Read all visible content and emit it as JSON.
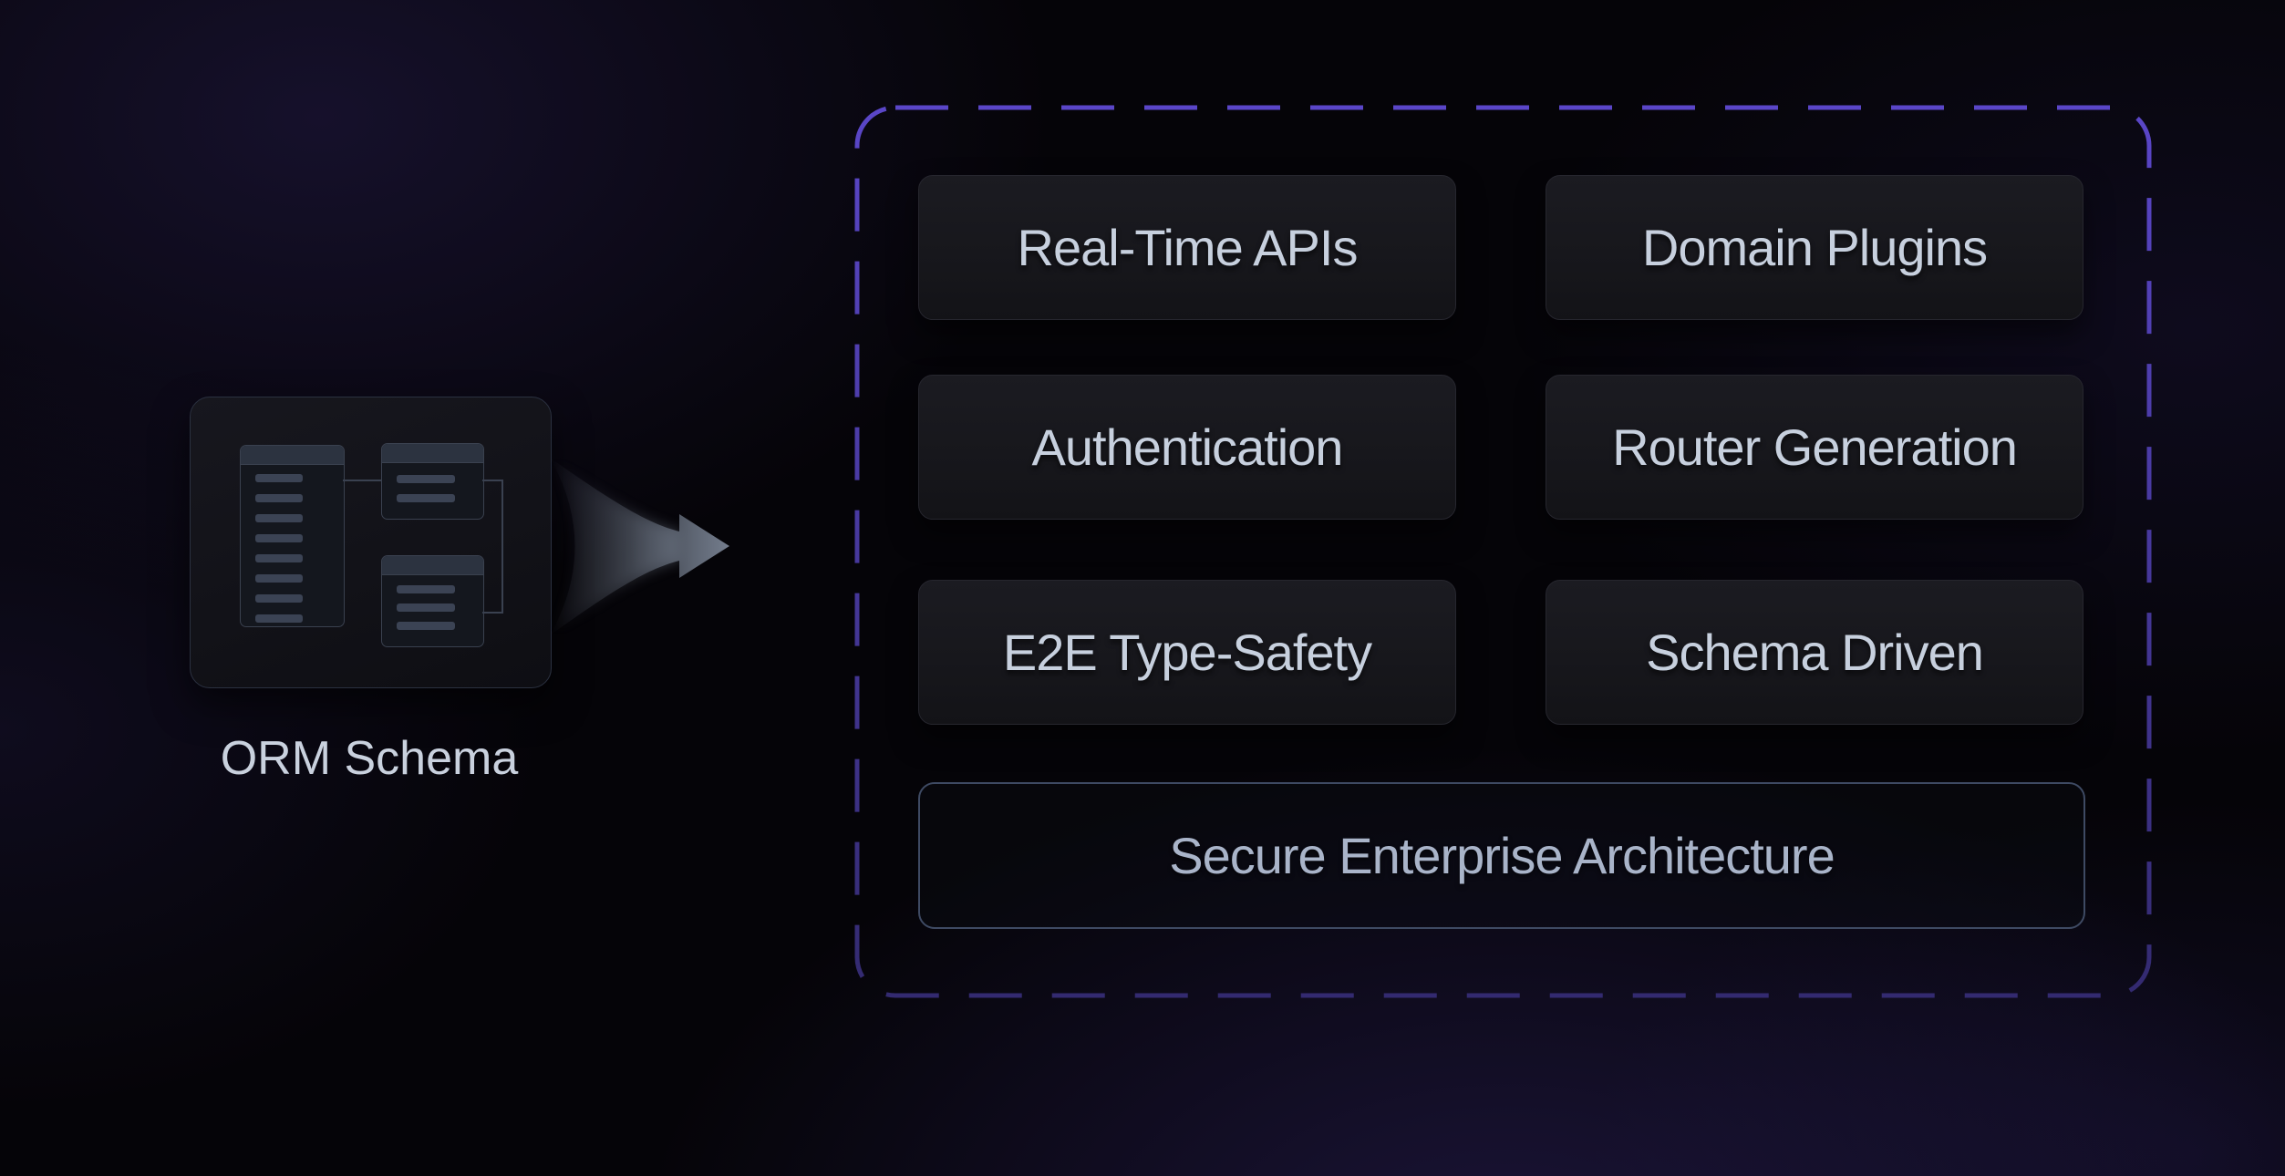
{
  "diagram": {
    "source": {
      "label": "ORM Schema",
      "icon": "schema-diagram-icon"
    },
    "arrow": {
      "icon": "arrow-right-icon",
      "color": "#717a8a"
    },
    "container": {
      "features": [
        {
          "label": "Real-Time APIs"
        },
        {
          "label": "Domain Plugins"
        },
        {
          "label": "Authentication"
        },
        {
          "label": "Router Generation"
        },
        {
          "label": "E2E Type-Safety"
        },
        {
          "label": "Schema Driven"
        }
      ],
      "footer": {
        "label": "Secure Enterprise Architecture"
      }
    },
    "colors": {
      "dashed_border_top": "#5a46c8",
      "dashed_border_bottom": "#332a70",
      "chip_background": "#17171c",
      "chip_border": "#26262e",
      "chip_text": "#c7d0de",
      "footer_border": "#3e4a63",
      "footer_text": "#a9b4c9",
      "source_label_text": "#c9d1de",
      "background": "#050408"
    }
  }
}
